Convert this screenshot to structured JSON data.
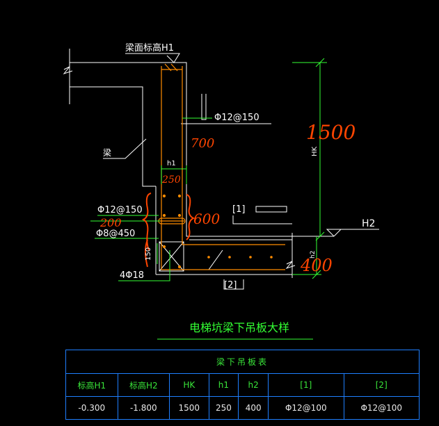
{
  "labels": {
    "beam_top": "梁面标高H1",
    "beam": "梁",
    "bar_top": "Φ12@150",
    "h1": "h1",
    "bar_left": "Φ12@150",
    "stirrup": "Φ8@450",
    "bars_bottom": "4Φ18",
    "dim_150": "150",
    "h2_vertical": "h2",
    "hk_vertical": "HK",
    "mark1": "[1]",
    "mark2": "[2]",
    "h2_level": "H2",
    "title": "电梯坑梁下吊板大样"
  },
  "handwritten": {
    "n700": "700",
    "n1500": "1500",
    "n250": "250",
    "n600": "600",
    "n200": "200",
    "n400": "400"
  },
  "table": {
    "title": "梁下吊板表",
    "headers": [
      "标高H1",
      "标高H2",
      "HK",
      "h1",
      "h2",
      "[1]",
      "[2]"
    ],
    "values": [
      "-0.300",
      "-1.800",
      "1500",
      "250",
      "400",
      "Φ12@100",
      "Φ12@100"
    ]
  },
  "colors": {
    "background": "#000000",
    "outline": "#ffffff",
    "rebar": "#ff8c00",
    "dimension": "#33ff33",
    "handwriting": "#ff4500",
    "grid": "#1f7fff"
  }
}
